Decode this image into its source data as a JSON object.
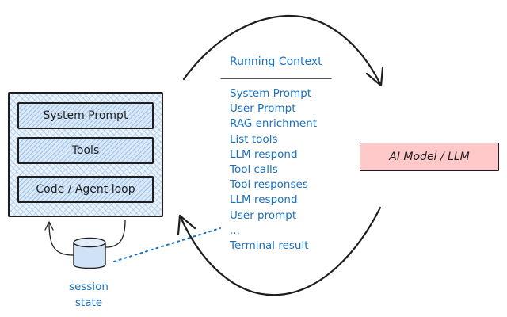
{
  "agent": {
    "items": [
      {
        "label": "System Prompt"
      },
      {
        "label": "Tools"
      },
      {
        "label": "Code / Agent loop"
      }
    ]
  },
  "context": {
    "title": "Running Context",
    "items": [
      "System Prompt",
      "User Prompt",
      "RAG enrichment",
      "List tools",
      "LLM respond",
      "Tool calls",
      "Tool responses",
      "LLM respond",
      "User prompt",
      "...",
      "Terminal result"
    ]
  },
  "llm": {
    "label": "AI Model / LLM"
  },
  "session": {
    "label": "session state"
  },
  "colors": {
    "text": "#1e1e1e",
    "accent_blue": "#1971c2",
    "box_fill_blue": "#d9e9f9",
    "llm_fill": "#ffc9c9"
  }
}
